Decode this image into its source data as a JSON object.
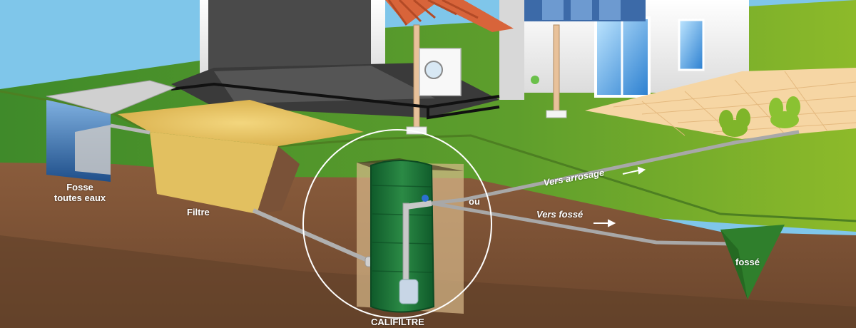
{
  "labels": {
    "fosse_line1": "Fosse",
    "fosse_line2": "toutes eaux",
    "filtre": "Filtre",
    "califiltre": "CALIFILTRE",
    "ou": "ou",
    "vers_arrosage": "Vers arrosage",
    "vers_fosse": "Vers fossé",
    "fosse_ditch": "fossé"
  },
  "colors": {
    "sky": "#7fc6ea",
    "grass": "#5a9a2a",
    "soil": "#7a5238",
    "filter_sand": "#e2c060",
    "tank_green": "#1e7a3a",
    "pipe_grey": "#a8a8a8",
    "roof_tile": "#d8643a",
    "house_wall": "#f2f2f2",
    "terrace_tile": "#f6d6a4",
    "septic_blue": "#2f6fb0"
  }
}
